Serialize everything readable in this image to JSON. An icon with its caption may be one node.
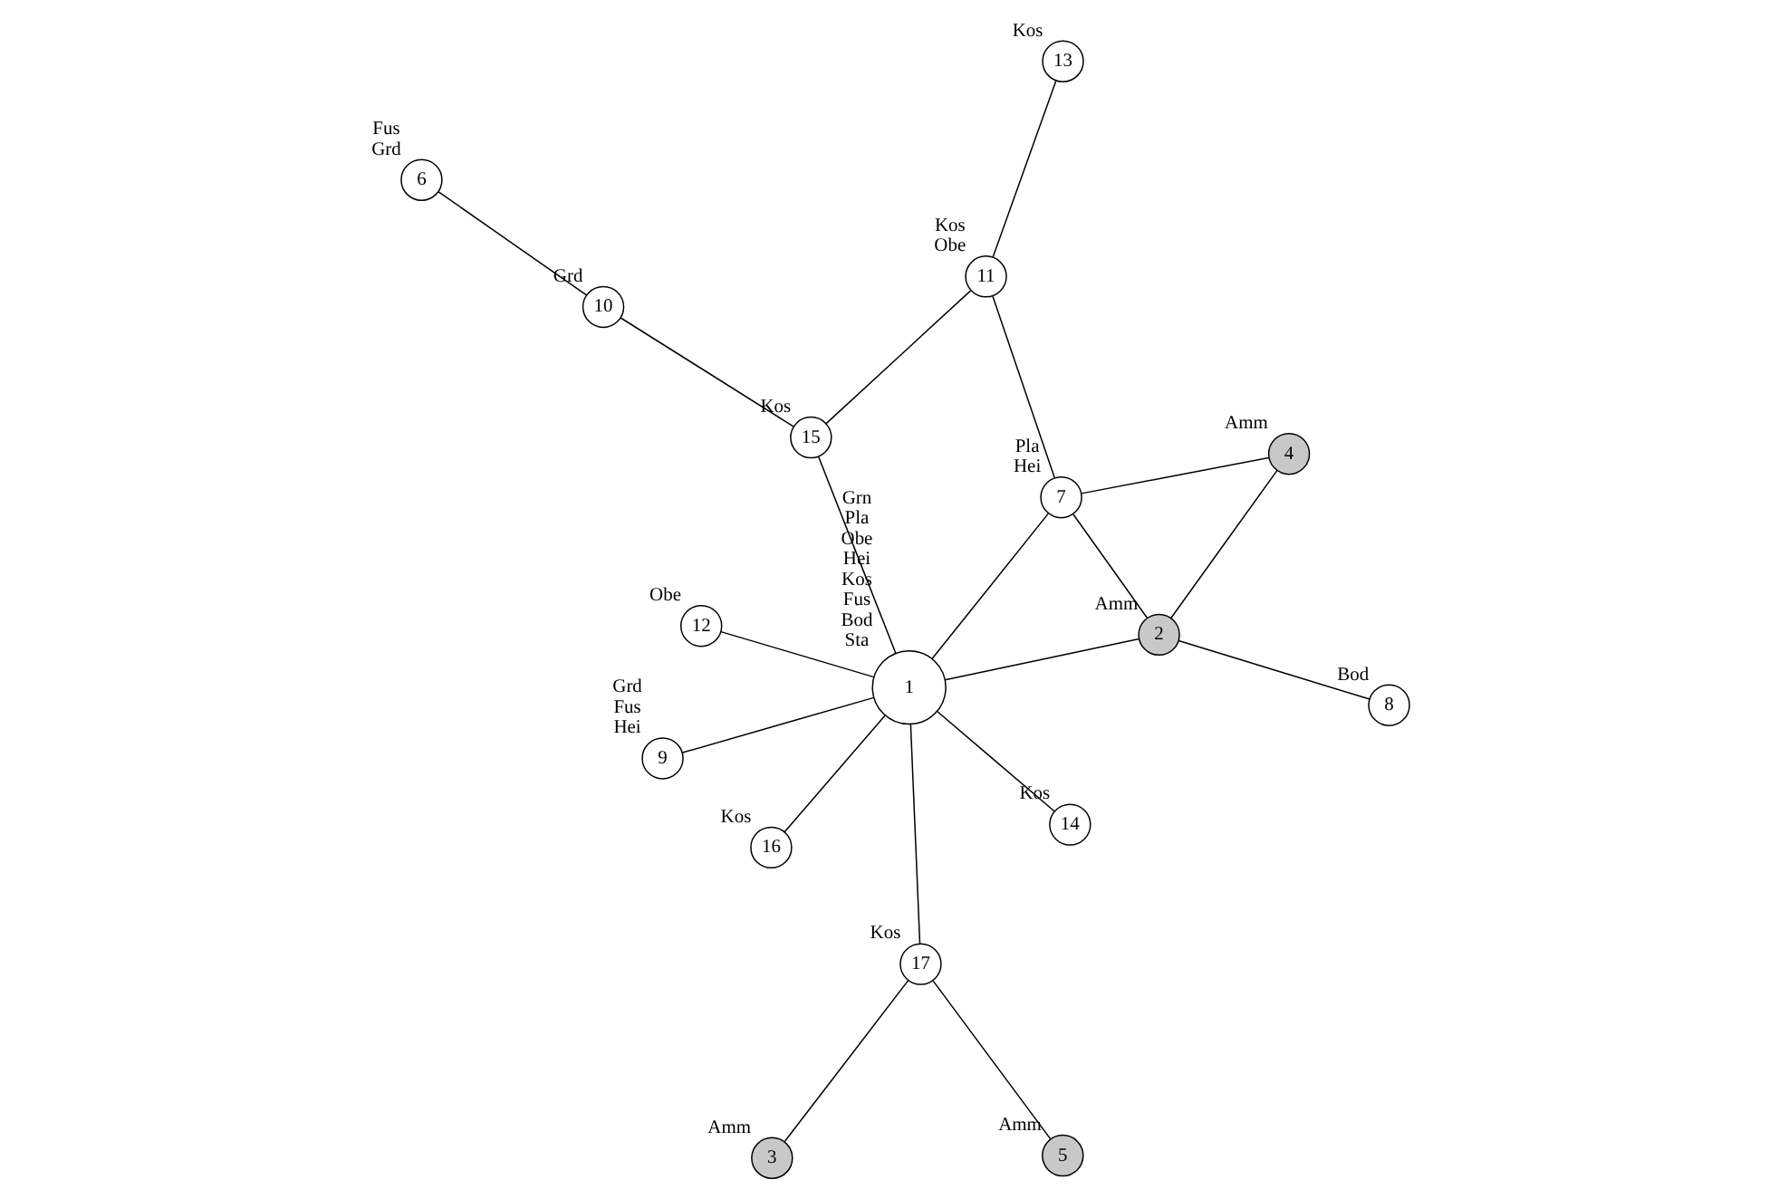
{
  "diagram": {
    "nodes": [
      {
        "text": [
          "1"
        ],
        "beside": [
          "Grn",
          "Pla",
          "Obe",
          "Hei",
          "Kos",
          "Fus",
          "Bod",
          "Sta"
        ]
      },
      {
        "text": [
          "2"
        ],
        "beside": [
          "Amm"
        ]
      },
      {
        "text": [
          "3"
        ],
        "beside": [
          "Amm"
        ]
      },
      {
        "text": [
          "4"
        ],
        "beside": [
          "Amm"
        ]
      },
      {
        "text": [
          "5"
        ],
        "beside": [
          "Amm"
        ]
      },
      {
        "text": [
          "6"
        ],
        "beside": [
          "Fus",
          "Grd"
        ]
      },
      {
        "text": [
          "7"
        ],
        "beside": [
          "Pla",
          "Hei"
        ]
      },
      {
        "text": [
          "8"
        ],
        "beside": [
          "Bod"
        ]
      },
      {
        "text": [
          "9"
        ],
        "beside": [
          "Grd",
          "Fus",
          "Hei"
        ]
      },
      {
        "text": [
          "10"
        ],
        "beside": [
          "Grd"
        ]
      },
      {
        "text": [
          "11"
        ],
        "beside": [
          "Kos",
          "Obe"
        ]
      },
      {
        "text": [
          "12"
        ],
        "beside": [
          "Obe"
        ]
      },
      {
        "text": [
          "13"
        ],
        "beside": [
          "Kos"
        ]
      },
      {
        "text": [
          "14"
        ],
        "beside": [
          "Kos"
        ]
      },
      {
        "text": [
          "15"
        ],
        "beside": [
          "Kos"
        ]
      },
      {
        "text": [
          "16"
        ],
        "beside": [
          "Kos"
        ]
      },
      {
        "text": [
          "17"
        ],
        "beside": [
          "Kos"
        ]
      }
    ],
    "edges": [
      {
        "from": 3,
        "to": 6,
        "arrow": "none"
      },
      {
        "from": 3,
        "to": 1,
        "arrow": "none"
      },
      {
        "from": 1,
        "to": 6,
        "arrow": "none"
      },
      {
        "from": 6,
        "to": 10,
        "arrow": "none"
      },
      {
        "from": 10,
        "to": 12,
        "arrow": "none"
      },
      {
        "from": 6,
        "to": 0,
        "arrow": "none"
      },
      {
        "from": 10,
        "to": 14,
        "arrow": "none"
      },
      {
        "from": 1,
        "to": 0,
        "arrow": "none"
      },
      {
        "from": 0,
        "to": 14,
        "arrow": "none"
      },
      {
        "from": 1,
        "to": 7,
        "arrow": "none"
      },
      {
        "from": 14,
        "to": 9,
        "arrow": "none"
      },
      {
        "from": 0,
        "to": 15,
        "arrow": "none"
      },
      {
        "from": 0,
        "to": 13,
        "arrow": "none"
      },
      {
        "from": 0,
        "to": 8,
        "arrow": "none"
      },
      {
        "from": 0,
        "to": 11,
        "arrow": "none"
      },
      {
        "from": 0,
        "to": 16,
        "arrow": "none"
      },
      {
        "from": 16,
        "to": 4,
        "arrow": "none"
      },
      {
        "from": 16,
        "to": 2,
        "arrow": "none"
      },
      {
        "from": 9,
        "to": 5,
        "arrow": "none"
      }
    ]
  }
}
